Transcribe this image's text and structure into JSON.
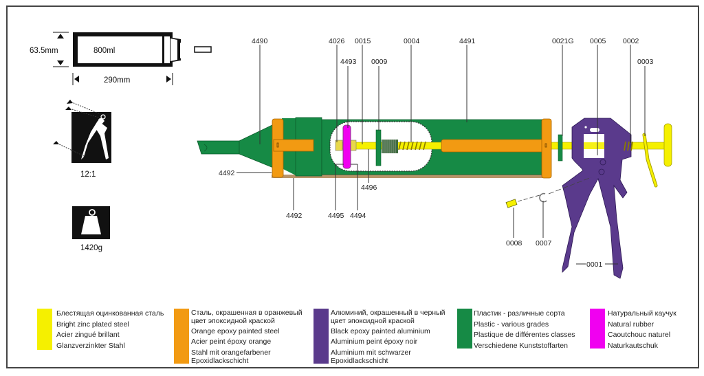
{
  "specs": {
    "volume": "800ml",
    "diameter": "63.5mm",
    "length": "290mm",
    "ratio": "12:1",
    "weight": "1420g"
  },
  "icons": {
    "cartridge": "cartridge-dimension-icon",
    "lever": "trigger-lever-ratio-icon",
    "weight": "weight-icon"
  },
  "part_labels": {
    "p4490": "4490",
    "p4026": "4026",
    "p0015": "0015",
    "p4493": "4493",
    "p0009": "0009",
    "p0004": "0004",
    "p4491": "4491",
    "p0021G": "0021G",
    "p0005": "0005",
    "p0002": "0002",
    "p0003": "0003",
    "p4492a": "4492",
    "p4492b": "4492",
    "p4496": "4496",
    "p4495": "4495",
    "p4494": "4494",
    "p0008": "0008",
    "p0007": "0007",
    "p0001": "0001"
  },
  "legend": [
    {
      "color": "#f5f000",
      "material": "bright-zinc-plated-steel",
      "lines": [
        "Блестящая оцинкованная сталь",
        "Bright zinc plated steel",
        "Acier zingué brillant",
        "Glanzverzinkter Stahl"
      ]
    },
    {
      "color": "#f29a12",
      "material": "orange-epoxy-painted-steel",
      "lines": [
        "Сталь, окрашенная в оранжевый",
        "цвет эпоксидной краской",
        "Orange epoxy painted steel",
        "Acier peint époxy orange",
        "Stahl mit orangefarbener",
        "Epoxidlackschicht"
      ]
    },
    {
      "color": "#5a3a8c",
      "material": "black-epoxy-painted-aluminium",
      "lines": [
        "Алюминий, окрашенный в черный",
        "цвет эпоксидной краской",
        "Black epoxy painted aluminium",
        "Aluminium peint époxy noir",
        "Aluminium mit schwarzer",
        "Epoxidlackschicht"
      ]
    },
    {
      "color": "#168a45",
      "material": "plastic-various-grades",
      "lines": [
        "Пластик - различные сорта",
        "Plastic - various grades",
        "Plastique de différentes classes",
        "Verschiedene Kunststoffarten"
      ]
    },
    {
      "color": "#f000f0",
      "material": "natural-rubber",
      "lines": [
        "Натуральный  каучук",
        "Natural rubber",
        "Caoutchouc naturel",
        "Naturkautschuk"
      ]
    }
  ]
}
